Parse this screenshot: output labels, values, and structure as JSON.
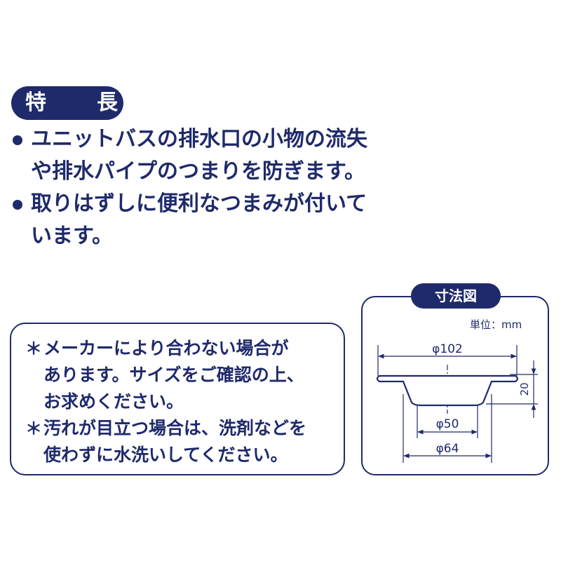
{
  "features": {
    "heading_left": "特",
    "heading_right": "長",
    "items": [
      "ユニットバスの排水口の小物の流失\nや排水パイプのつまりを防ぎます。",
      "取りはずしに便利なつまみが付いて\nいます。"
    ]
  },
  "notes": {
    "mark": "＊",
    "items": [
      "メーカーにより合わない場合が\nあります。サイズをご確認の上、\nお求めください。",
      "汚れが目立つ場合は、洗剤などを\n使わずに水洗いしてください。"
    ]
  },
  "dimensions": {
    "title": "寸法図",
    "unit": "単位：mm",
    "outer_diameter": "φ102",
    "height": "20",
    "bottom_diameter": "φ50",
    "opening_diameter": "φ64"
  },
  "colors": {
    "navy": "#1f2a6b",
    "background": "#ffffff"
  }
}
